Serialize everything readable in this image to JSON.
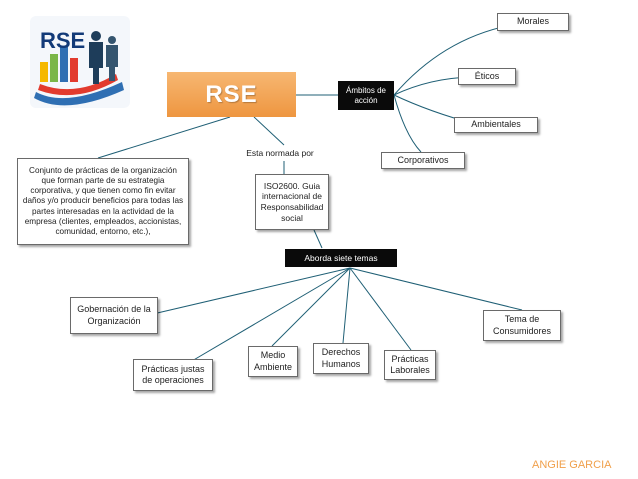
{
  "center": {
    "title": "RSE"
  },
  "ambitos": {
    "label": "Ámbitos de acción"
  },
  "ambitos_items": {
    "morales": "Morales",
    "eticos": "Éticos",
    "ambientales": "Ambientales",
    "corporativos": "Corporativos"
  },
  "definition": {
    "text": "Conjunto de prácticas de la organización que forman parte de su estrategia corporativa, y que tienen como fin evitar daños y/o producir beneficios para todas las partes interesadas en la actividad de la empresa (clientes, empleados, accionistas, comunidad, entorno, etc.),"
  },
  "normada": {
    "label": "Esta normada por"
  },
  "iso": {
    "text": "ISO2600. Guia internacional de Responsabilidad social"
  },
  "temas": {
    "label": "Aborda siete temas"
  },
  "topics": {
    "gobernacion": "Gobernación de la Organización",
    "practicas_justas": "Prácticas justas de operaciones",
    "medio_ambiente": "Medio Ambiente",
    "derechos_humanos": "Derechos Humanos",
    "practicas_laborales": "Prácticas Laborales",
    "consumidores": "Tema de Consumidores"
  },
  "author": "ANGIE GARCIA",
  "logo": {
    "text": "RSE"
  },
  "colors": {
    "title_fill": "#f2a253",
    "line": "#1f5f75",
    "author": "#f0a04b",
    "dark_box": "#0a0a0a"
  }
}
